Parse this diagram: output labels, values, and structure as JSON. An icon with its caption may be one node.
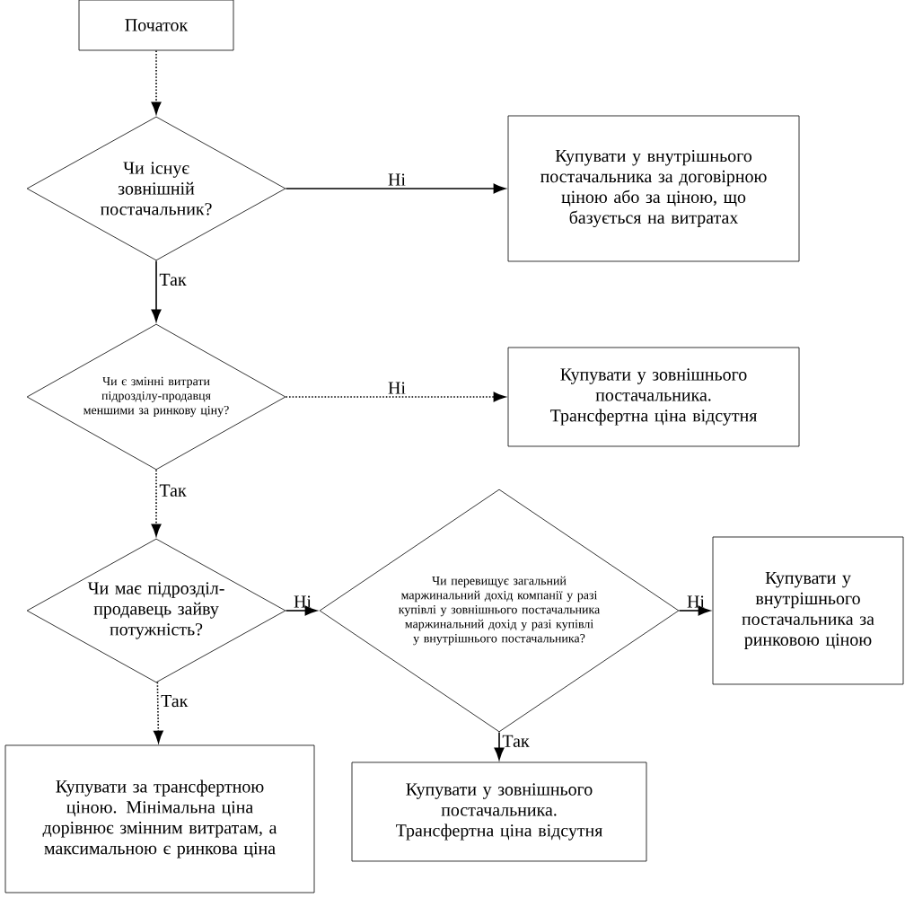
{
  "diagram": {
    "nodes": [
      {
        "text": [
          "Початок"
        ]
      },
      {
        "text": [
          "Чи існує зовнішній постачальник?"
        ]
      },
      {
        "text": [
          "Купувати у внутрішнього постачальника за договірною ціною або за ціною, що базується на витратах"
        ]
      },
      {
        "text": [
          "Чи є змінні витрати підрозділу-продавця меншими за ринкову ціну?"
        ]
      },
      {
        "text": [
          "Купувати у зовнішнього постачальника. Трансфертна ціна відсутня"
        ]
      },
      {
        "text": [
          "Чи має підрозділ-продавець зайву потужність?"
        ]
      },
      {
        "text": [
          "Чи перевищує загальний маржинальний дохід компанії у разі купівлі у зовнішнього постачальника маржинальний дохід у разі купівлі у внутрішнього постачальника?"
        ]
      },
      {
        "text": [
          "Купувати у внутрішнього постачальника за ринковою ціною"
        ]
      },
      {
        "text": [
          "Купувати за трансфертною ціною. Мінімальна ціна дорівнює змінним витратам, а максимальною є ринкова ціна"
        ]
      },
      {
        "text": [
          "Купувати у зовнішнього постачальника. Трансфертна ціна відсутня"
        ]
      }
    ],
    "edges": [
      {
        "from": 0,
        "to": 1,
        "arrow": "to",
        "style": "dashed"
      },
      {
        "from": 1,
        "to": 2,
        "arrow": "to",
        "label": "Ні"
      },
      {
        "from": 1,
        "to": 3,
        "arrow": "to",
        "label": "Так"
      },
      {
        "from": 3,
        "to": 4,
        "arrow": "to",
        "label": "Ні",
        "style": "dashed"
      },
      {
        "from": 3,
        "to": 5,
        "arrow": "to",
        "label": "Так",
        "style": "dashed"
      },
      {
        "from": 5,
        "to": 6,
        "arrow": "to",
        "label": "Ні"
      },
      {
        "from": 5,
        "to": 8,
        "arrow": "to",
        "label": "Так",
        "style": "dashed"
      },
      {
        "from": 6,
        "to": 7,
        "arrow": "to",
        "label": "Ні"
      },
      {
        "from": 6,
        "to": 9,
        "arrow": "to",
        "label": "Так"
      }
    ]
  }
}
